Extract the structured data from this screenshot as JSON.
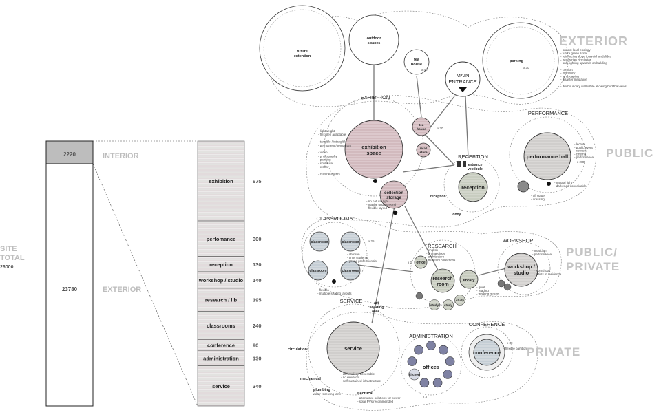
{
  "site": {
    "label_line1": "SITE",
    "label_line2": "TOTAL",
    "total": "26000"
  },
  "budget": {
    "interior_value": "2220",
    "exterior_value": "23780",
    "interior_label": "INTERIOR",
    "exterior_label": "EXTERIOR"
  },
  "bars": [
    {
      "label": "exhibition",
      "value": "675"
    },
    {
      "label": "perfomance",
      "value": "300"
    },
    {
      "label": "reception",
      "value": "130"
    },
    {
      "label": "workshop / studio",
      "value": "140"
    },
    {
      "label": "research / lib",
      "value": "195"
    },
    {
      "label": "classrooms",
      "value": "240"
    },
    {
      "label": "conference",
      "value": "90"
    },
    {
      "label": "administration",
      "value": "130"
    },
    {
      "label": "service",
      "value": "340"
    }
  ],
  "zones": {
    "exterior": "EXTERIOR",
    "public": "PUBLIC",
    "public_private_1": "PUBLIC/",
    "public_private_2": "PRIVATE",
    "private": "PRIVATE"
  },
  "groups": {
    "exhibition": "EXHIBITION",
    "performance": "PERFORMANCE",
    "reception": "RECEPTION",
    "classrooms": "CLASSROOMS",
    "research": "RESEARCH",
    "workshop": "WORKSHOP",
    "service": "SERVICE",
    "administration": "ADMINISTRATION",
    "conference": "CONFERENCE"
  },
  "rooms": {
    "future_ext_1": "future",
    "future_ext_2": "extention",
    "outdoor_1": "outdoor",
    "outdoor_2": "spaces",
    "teahouse_1": "tea",
    "teahouse_2": "house",
    "main_1": "MAIN",
    "main_2": "ENTRANCE",
    "parking": "parking",
    "exhibition_1": "exhibition",
    "exhibition_2": "space",
    "tea_small_1": "tea",
    "tea_small_2": "house",
    "retail_1": "retail",
    "retail_2": "store",
    "collection_1": "collection",
    "collection_2": "storage",
    "entrance_1": "entrance",
    "entrance_2": "vestibule",
    "reception": "reception",
    "perf_hall": "performance hall",
    "classroom": "classroom",
    "office": "office",
    "research_1": "research",
    "research_2": "room",
    "library": "library",
    "study": "study",
    "workshop_1": "workshop /",
    "workshop_2": "studio",
    "service": "service",
    "offices": "offices",
    "kitchen": "kitchen",
    "conference": "conference",
    "lobby": "lobby",
    "reception_side": "reception",
    "circulation": "circulation",
    "mechanical": "mechanical",
    "plumbing": "plumbing",
    "electrical": "electrical",
    "art_1": "art",
    "art_2": "loading",
    "art_3": "area"
  },
  "notes": {
    "exterior": [
      "- protect local ecology",
      "- future green zone",
      "- reinforcing slope to avoid landslides",
      "- pedestrian circulation",
      "- only lighting upwards on building",
      "",
      "- comfort",
      "- efficiency",
      "- landscaping",
      "- disaster mitigation",
      "",
      "- 3m boundary wall while allowing buddha views"
    ],
    "exhibition": [
      "- lightweight",
      "- flexible / adaptable",
      "",
      "- tangible / intangible",
      "- permanent / temporary",
      "",
      "- video",
      "- photography",
      "- painting",
      "- sculpture",
      "- crafts",
      "",
      "- cultural events"
    ],
    "collection": [
      "- no natural light",
      "- maybe underground",
      "- flexible layout"
    ],
    "performance": [
      "- lecture",
      "- public event",
      "- concert",
      "- cinema",
      "- performance"
    ],
    "perf_bottom": [
      "- natural light",
      "- darkened conceivable"
    ],
    "perf_side": [
      "- off stage",
      "- dressing"
    ],
    "classrooms": [
      "- children",
      "- univ. students",
      "- young professionals"
    ],
    "classrooms_bottom": [
      "- flexible",
      "- multiple seating layouts"
    ],
    "research": [
      "- english",
      "- archaeology",
      "- architecture",
      "- museum collections"
    ],
    "research_bottom": [
      "- quiet",
      "- reading",
      "- working groups"
    ],
    "workshop_top": [
      "- musician",
      "- performance"
    ],
    "workshop_side": [
      "- workshops",
      "- artists in residence"
    ],
    "service": [
      "- all handicap accessible",
      "- no elevators",
      "- self-sustained infrastructure"
    ],
    "service_elec": [
      "- alternative solutions for power",
      "- solar PVs recommended"
    ],
    "plumbing": [
      "- water receiving tank"
    ],
    "conference": [
      "- flexible partition"
    ]
  },
  "icon_counts": {
    "teahouse": "x 40",
    "teahouse_small": "x 30",
    "parking": "x 30",
    "perf": "x 200",
    "classroom": "x 25",
    "office": "x 2",
    "admin": "x 3",
    "conf": "x 30"
  }
}
